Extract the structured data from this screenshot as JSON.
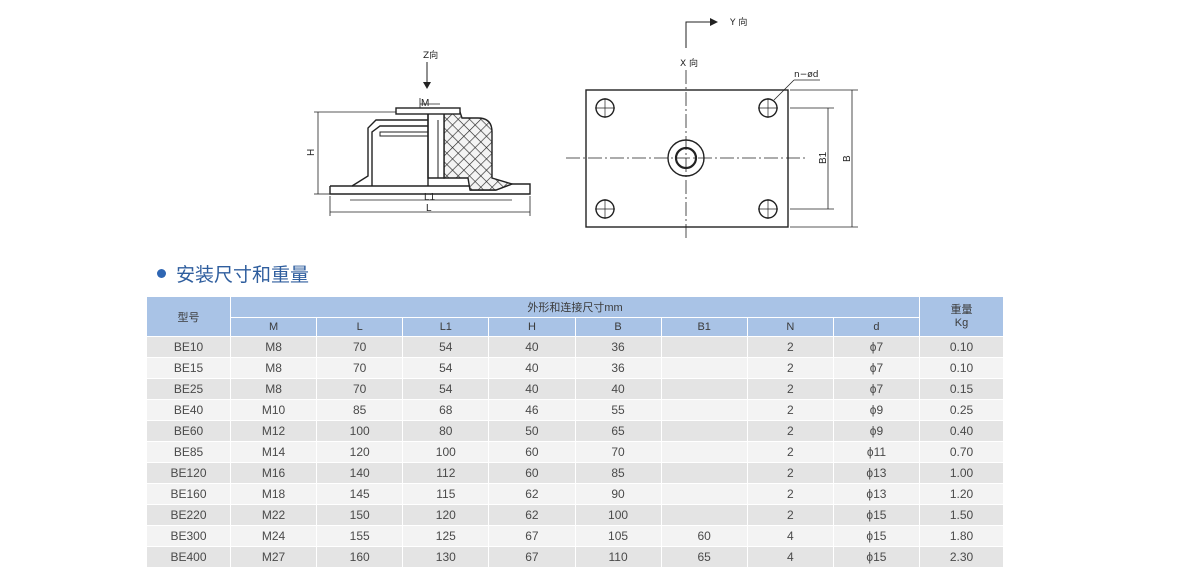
{
  "drawing": {
    "z_label": "Z向",
    "y_label": "Y 向",
    "x_label": "X 向",
    "dims": {
      "M": "M",
      "H": "H",
      "L1": "L1",
      "L": "L",
      "B1": "B1",
      "B": "B",
      "hole": "n−ød"
    }
  },
  "section_title": "安装尺寸和重量",
  "table": {
    "model_header": "型号",
    "group_header": "外形和连接尺寸mm",
    "weight_header_1": "重量",
    "weight_header_2": "Kg",
    "columns": [
      "M",
      "L",
      "L1",
      "H",
      "B",
      "B1",
      "N",
      "d"
    ],
    "rows": [
      [
        "BE10",
        "M8",
        "70",
        "54",
        "40",
        "36",
        "",
        "2",
        "ϕ7",
        "0.10"
      ],
      [
        "BE15",
        "M8",
        "70",
        "54",
        "40",
        "36",
        "",
        "2",
        "ϕ7",
        "0.10"
      ],
      [
        "BE25",
        "M8",
        "70",
        "54",
        "40",
        "40",
        "",
        "2",
        "ϕ7",
        "0.15"
      ],
      [
        "BE40",
        "M10",
        "85",
        "68",
        "46",
        "55",
        "",
        "2",
        "ϕ9",
        "0.25"
      ],
      [
        "BE60",
        "M12",
        "100",
        "80",
        "50",
        "65",
        "",
        "2",
        "ϕ9",
        "0.40"
      ],
      [
        "BE85",
        "M14",
        "120",
        "100",
        "60",
        "70",
        "",
        "2",
        "ϕ11",
        "0.70"
      ],
      [
        "BE120",
        "M16",
        "140",
        "112",
        "60",
        "85",
        "",
        "2",
        "ϕ13",
        "1.00"
      ],
      [
        "BE160",
        "M18",
        "145",
        "115",
        "62",
        "90",
        "",
        "2",
        "ϕ13",
        "1.20"
      ],
      [
        "BE220",
        "M22",
        "150",
        "120",
        "62",
        "100",
        "",
        "2",
        "ϕ15",
        "1.50"
      ],
      [
        "BE300",
        "M24",
        "155",
        "125",
        "67",
        "105",
        "60",
        "4",
        "ϕ15",
        "1.80"
      ],
      [
        "BE400",
        "M27",
        "160",
        "130",
        "67",
        "110",
        "65",
        "4",
        "ϕ15",
        "2.30"
      ]
    ]
  }
}
